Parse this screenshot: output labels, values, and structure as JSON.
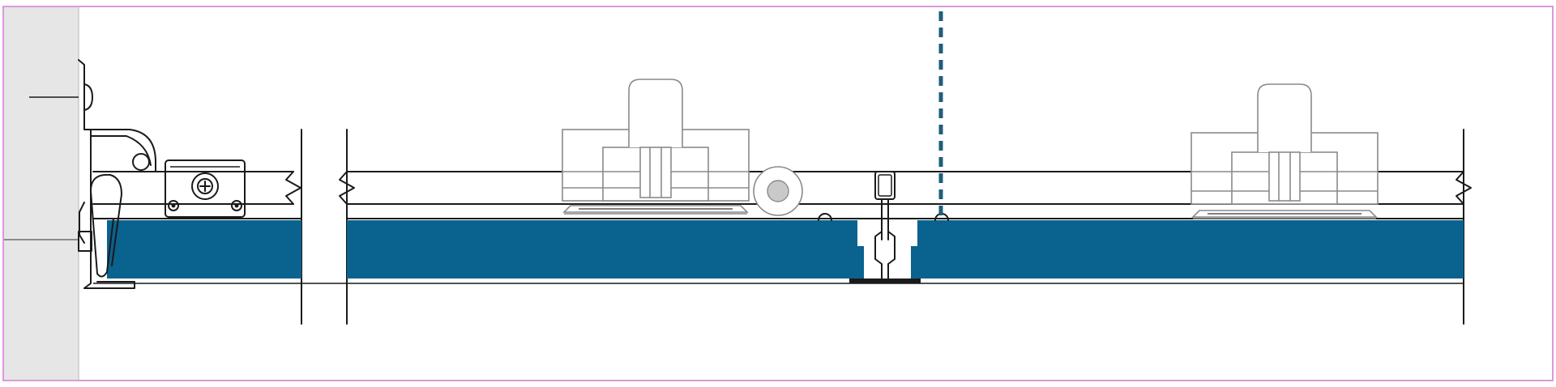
{
  "diagram": {
    "kind": "suspended ceiling tile cross-section",
    "colors": {
      "tile_fill": "#0a628e",
      "dashed_line": "#1d5f7a",
      "frame_border": "#d47ed6",
      "wall_fill": "#e6e6e6",
      "line": "#1a1a1a",
      "clip_line": "#8a8a8a",
      "background": "#ffffff"
    },
    "icons": {
      "screw": "phillips-screw-icon",
      "rivet": "rivet-icon"
    },
    "components": [
      "wall",
      "perimeter-trim",
      "wall-bracket-clip",
      "spring-clip",
      "acoustic-tile-left",
      "acoustic-tile-center",
      "acoustic-tile-right",
      "t-bar-runner",
      "hold-down-clip-left",
      "hold-down-clip-right",
      "carrier-roller",
      "center-dashed-line"
    ]
  }
}
